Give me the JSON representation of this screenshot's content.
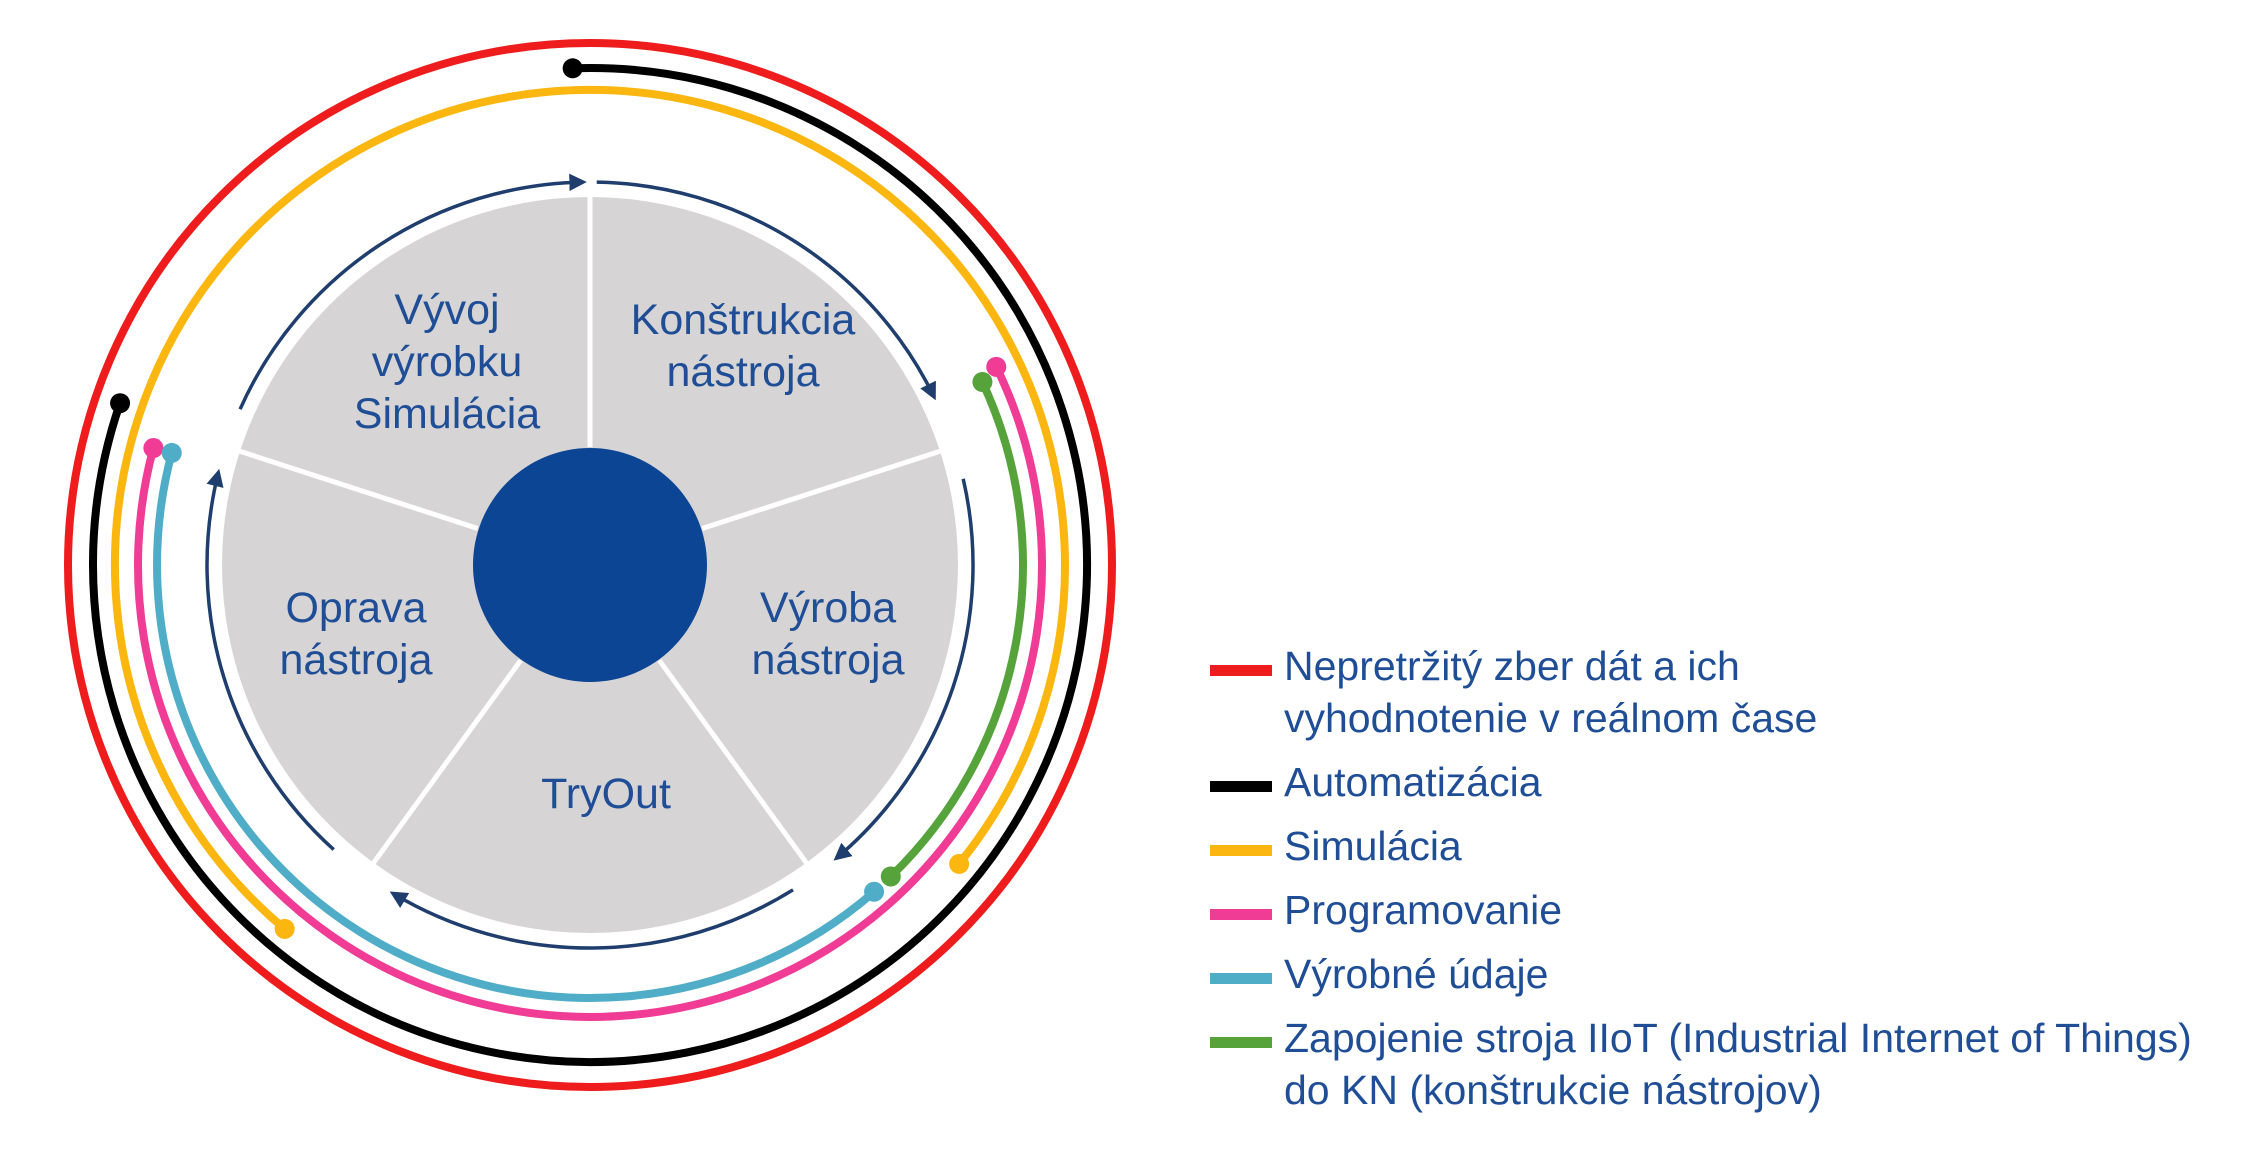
{
  "colors": {
    "segment_fill": "#d6d4d5",
    "segment_divider": "#ffffff",
    "hub": "#0c4594",
    "cycle_arrow": "#1f3e6e",
    "text": "#1f4e96"
  },
  "segments": [
    {
      "id": "konstrukcia",
      "lines": [
        "Konštrukcia",
        "nástroja"
      ]
    },
    {
      "id": "vyroba",
      "lines": [
        "Výroba",
        "nástroja"
      ]
    },
    {
      "id": "tryout",
      "lines": [
        "TryOut"
      ]
    },
    {
      "id": "oprava",
      "lines": [
        "Oprava",
        "nástroja"
      ]
    },
    {
      "id": "vyvoj",
      "lines": [
        "Vývoj",
        "výrobku",
        "Simulácia"
      ]
    }
  ],
  "legend": [
    {
      "key": "red",
      "color": "#ee1c1c",
      "lines": [
        "Nepretržitý zber dát a ich",
        "vyhodnotenie v reálnom čase"
      ]
    },
    {
      "key": "black",
      "color": "#000000",
      "lines": [
        "Automatizácia"
      ]
    },
    {
      "key": "yellow",
      "color": "#fbb710",
      "lines": [
        "Simulácia"
      ]
    },
    {
      "key": "pink",
      "color": "#f03c95",
      "lines": [
        "Programovanie"
      ]
    },
    {
      "key": "lightblue",
      "color": "#50adc8",
      "lines": [
        "Výrobné údaje"
      ]
    },
    {
      "key": "green",
      "color": "#56a33c",
      "lines": [
        "Zapojenie stroja IIoT (Industrial Internet of Things)",
        "do KN (konštrukcie nástrojov)"
      ]
    }
  ]
}
